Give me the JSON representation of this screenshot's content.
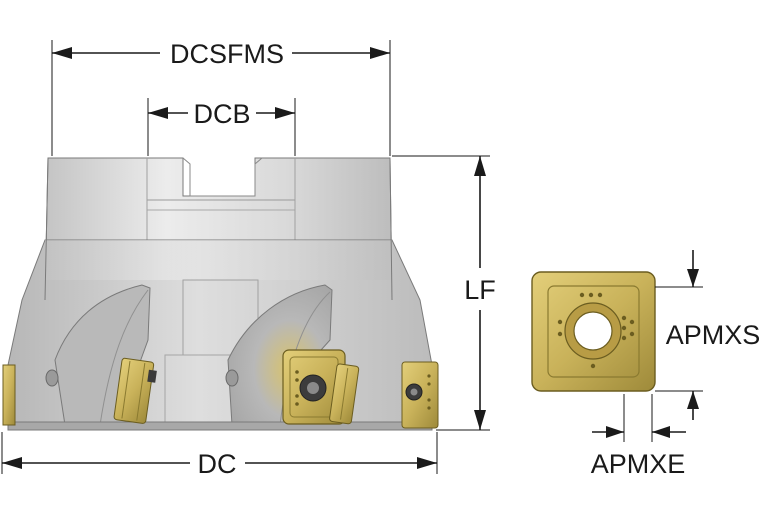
{
  "labels": {
    "dcsfms": "DCSFMS",
    "dcb": "DCB",
    "lf": "LF",
    "dc": "DC",
    "apmxs": "APMXS",
    "apmxe": "APMXE"
  },
  "colors": {
    "body_light": "#e6e6e6",
    "body_mid": "#c8c8c8",
    "body_dark": "#8f8f8f",
    "outline": "#6a6a6a",
    "insert_gold": "#c9b25a",
    "insert_gold_dark": "#8a7a30",
    "dimension_ink": "#1a1a1a"
  }
}
